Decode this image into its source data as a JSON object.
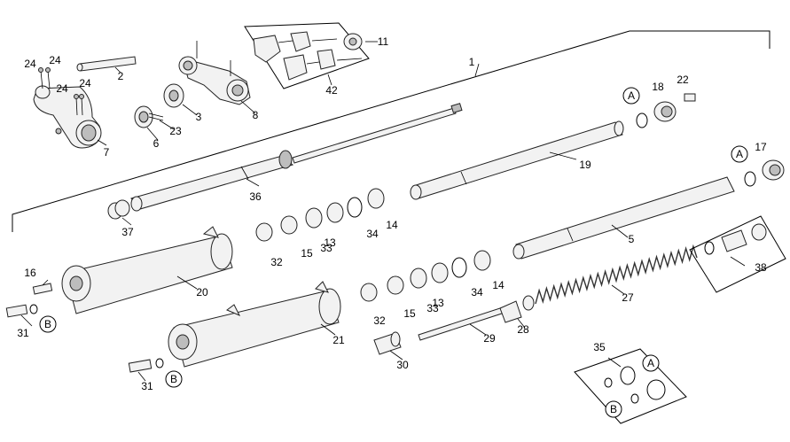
{
  "diagram": {
    "callouts": [
      "1",
      "2",
      "3",
      "5",
      "6",
      "7",
      "8",
      "11",
      "13",
      "13",
      "14",
      "14",
      "15",
      "15",
      "16",
      "17",
      "18",
      "19",
      "20",
      "21",
      "22",
      "23",
      "24",
      "24",
      "24",
      "24",
      "27",
      "28",
      "29",
      "30",
      "31",
      "31",
      "32",
      "32",
      "33",
      "33",
      "34",
      "34",
      "35",
      "36",
      "37",
      "38",
      "42"
    ],
    "circled_letters": [
      "A",
      "A",
      "A",
      "B",
      "B",
      "B"
    ]
  }
}
